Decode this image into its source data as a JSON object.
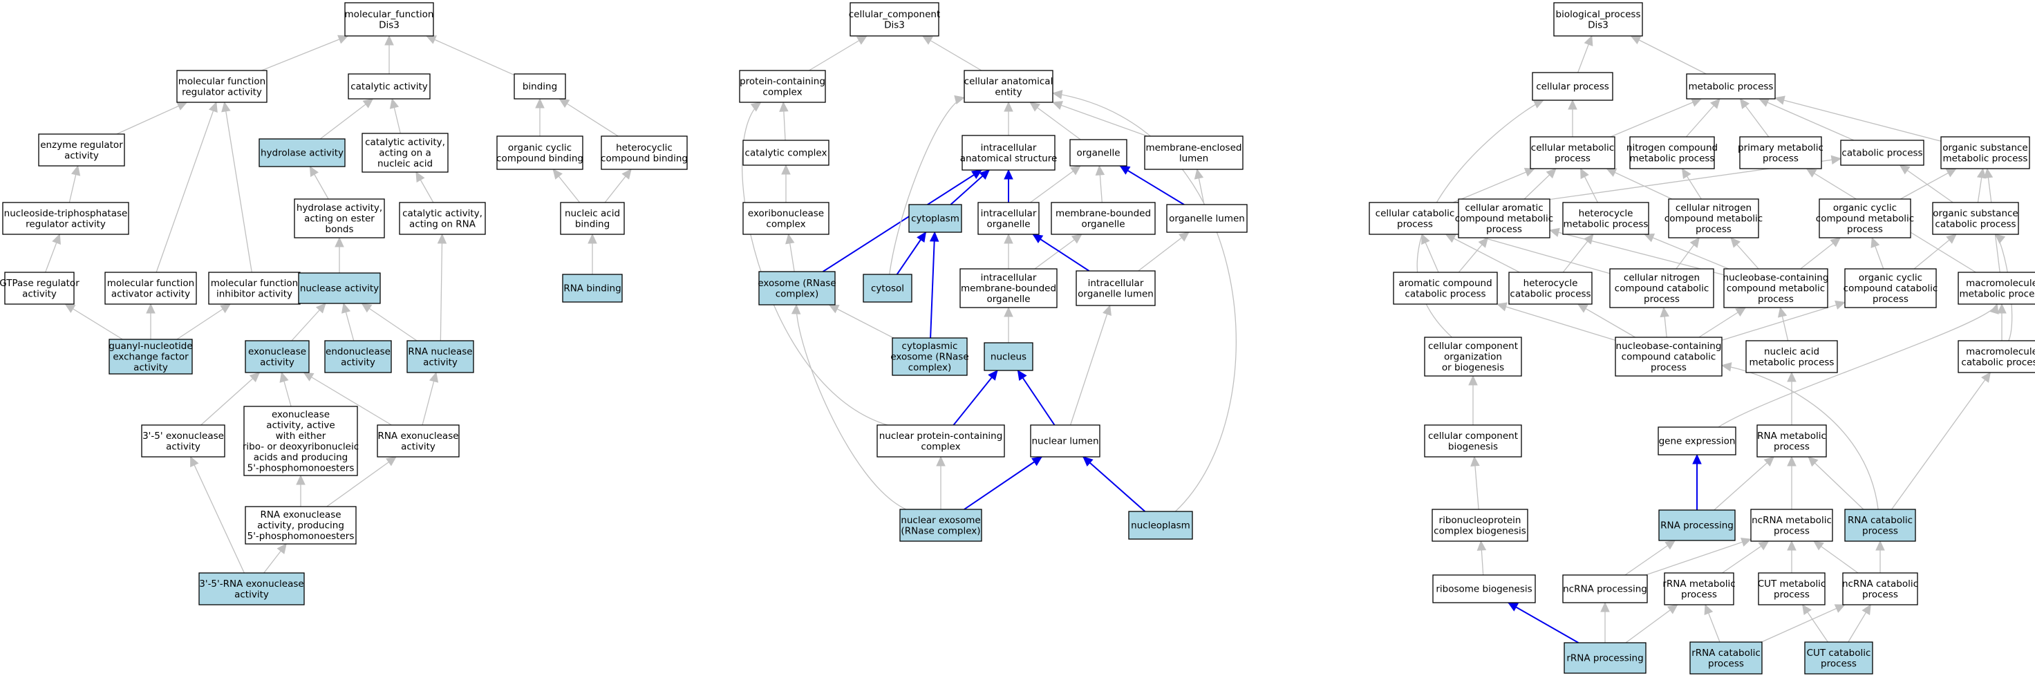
{
  "colors": {
    "highlight_fill": "#add8e6",
    "plain_fill": "#ffffff",
    "normal_edge": "#c0c0c0",
    "highlight_edge": "#0000ee"
  },
  "nodes": [
    {
      "id": "mf",
      "lines": [
        "molecular_function",
        "Dis3"
      ],
      "hl": false
    },
    {
      "id": "mfreg",
      "lines": [
        "molecular function",
        "regulator activity"
      ],
      "hl": false
    },
    {
      "id": "cat",
      "lines": [
        "catalytic activity"
      ],
      "hl": false
    },
    {
      "id": "bind",
      "lines": [
        "binding"
      ],
      "hl": false
    },
    {
      "id": "enzreg",
      "lines": [
        "enzyme regulator",
        "activity"
      ],
      "hl": false
    },
    {
      "id": "hydro",
      "lines": [
        "hydrolase activity"
      ],
      "hl": true
    },
    {
      "id": "catna",
      "lines": [
        "catalytic activity,",
        "acting on a",
        "nucleic acid"
      ],
      "hl": false
    },
    {
      "id": "orgcyc",
      "lines": [
        "organic cyclic",
        "compound binding"
      ],
      "hl": false
    },
    {
      "id": "hetcyc",
      "lines": [
        "heterocyclic",
        "compound binding"
      ],
      "hl": false
    },
    {
      "id": "ntpreg",
      "lines": [
        "nucleoside-triphosphatase",
        "regulator activity"
      ],
      "hl": false
    },
    {
      "id": "hydroest",
      "lines": [
        "hydrolase activity,",
        "acting on ester",
        "bonds"
      ],
      "hl": false
    },
    {
      "id": "catrna",
      "lines": [
        "catalytic activity,",
        "acting on RNA"
      ],
      "hl": false
    },
    {
      "id": "nabind",
      "lines": [
        "nucleic acid",
        "binding"
      ],
      "hl": false
    },
    {
      "id": "gtpreg",
      "lines": [
        "GTPase regulator",
        "activity"
      ],
      "hl": false
    },
    {
      "id": "mfact",
      "lines": [
        "molecular function",
        "activator activity"
      ],
      "hl": false
    },
    {
      "id": "mfinh",
      "lines": [
        "molecular function",
        "inhibitor activity"
      ],
      "hl": false
    },
    {
      "id": "nuclease",
      "lines": [
        "nuclease activity"
      ],
      "hl": true
    },
    {
      "id": "rnabind",
      "lines": [
        "RNA binding"
      ],
      "hl": true
    },
    {
      "id": "gnef",
      "lines": [
        "guanyl-nucleotide",
        "exchange factor",
        "activity"
      ],
      "hl": true
    },
    {
      "id": "exonuc",
      "lines": [
        "exonuclease",
        "activity"
      ],
      "hl": true
    },
    {
      "id": "endonuc",
      "lines": [
        "endonuclease",
        "activity"
      ],
      "hl": true
    },
    {
      "id": "rnanuc",
      "lines": [
        "RNA nuclease",
        "activity"
      ],
      "hl": true
    },
    {
      "id": "exo35",
      "lines": [
        "3'-5' exonuclease",
        "activity"
      ],
      "hl": false
    },
    {
      "id": "exonucact",
      "lines": [
        "exonuclease",
        "activity, active",
        "with either",
        "ribo- or deoxyribonucleic",
        "acids and producing",
        "5'-phosphomonoesters"
      ],
      "hl": false
    },
    {
      "id": "rnaexo",
      "lines": [
        "RNA exonuclease",
        "activity"
      ],
      "hl": false
    },
    {
      "id": "rnaexo5",
      "lines": [
        "RNA exonuclease",
        "activity, producing",
        "5'-phosphomonoesters"
      ],
      "hl": false
    },
    {
      "id": "rnaexo35",
      "lines": [
        "3'-5'-RNA exonuclease",
        "activity"
      ],
      "hl": true
    },
    {
      "id": "cc",
      "lines": [
        "cellular_component",
        "Dis3"
      ],
      "hl": false
    },
    {
      "id": "protcomp",
      "lines": [
        "protein-containing",
        "complex"
      ],
      "hl": false
    },
    {
      "id": "cae",
      "lines": [
        "cellular anatomical",
        "entity"
      ],
      "hl": false
    },
    {
      "id": "catcomp",
      "lines": [
        "catalytic complex"
      ],
      "hl": false
    },
    {
      "id": "ias",
      "lines": [
        "intracellular",
        "anatomical structure"
      ],
      "hl": false
    },
    {
      "id": "organelle",
      "lines": [
        "organelle"
      ],
      "hl": false
    },
    {
      "id": "mel",
      "lines": [
        "membrane-enclosed",
        "lumen"
      ],
      "hl": false
    },
    {
      "id": "exoribo",
      "lines": [
        "exoribonuclease",
        "complex"
      ],
      "hl": false
    },
    {
      "id": "cytoplasm",
      "lines": [
        "cytoplasm"
      ],
      "hl": true
    },
    {
      "id": "icorg",
      "lines": [
        "intracellular",
        "organelle"
      ],
      "hl": false
    },
    {
      "id": "mborg",
      "lines": [
        "membrane-bounded",
        "organelle"
      ],
      "hl": false
    },
    {
      "id": "orglumen",
      "lines": [
        "organelle lumen"
      ],
      "hl": false
    },
    {
      "id": "exosome",
      "lines": [
        "exosome (RNase",
        "complex)"
      ],
      "hl": true
    },
    {
      "id": "cytosol",
      "lines": [
        "cytosol"
      ],
      "hl": true
    },
    {
      "id": "icmborg",
      "lines": [
        "intracellular",
        "membrane-bounded",
        "organelle"
      ],
      "hl": false
    },
    {
      "id": "icorglumen",
      "lines": [
        "intracellular",
        "organelle lumen"
      ],
      "hl": false
    },
    {
      "id": "cytoexo",
      "lines": [
        "cytoplasmic",
        "exosome (RNase",
        "complex)"
      ],
      "hl": true
    },
    {
      "id": "nucleus",
      "lines": [
        "nucleus"
      ],
      "hl": true
    },
    {
      "id": "nucprot",
      "lines": [
        "nuclear protein-containing",
        "complex"
      ],
      "hl": false
    },
    {
      "id": "nuclumen",
      "lines": [
        "nuclear lumen"
      ],
      "hl": false
    },
    {
      "id": "nucexo",
      "lines": [
        "nuclear exosome",
        "(RNase complex)"
      ],
      "hl": true
    },
    {
      "id": "nucleoplasm",
      "lines": [
        "nucleoplasm"
      ],
      "hl": true
    },
    {
      "id": "bp",
      "lines": [
        "biological_process",
        "Dis3"
      ],
      "hl": false
    },
    {
      "id": "cellproc",
      "lines": [
        "cellular process"
      ],
      "hl": false
    },
    {
      "id": "metproc",
      "lines": [
        "metabolic process"
      ],
      "hl": false
    },
    {
      "id": "cellmet",
      "lines": [
        "cellular metabolic",
        "process"
      ],
      "hl": false
    },
    {
      "id": "nitmet",
      "lines": [
        "nitrogen compound",
        "metabolic process"
      ],
      "hl": false
    },
    {
      "id": "primmet",
      "lines": [
        "primary metabolic",
        "process"
      ],
      "hl": false
    },
    {
      "id": "catab",
      "lines": [
        "catabolic process"
      ],
      "hl": false
    },
    {
      "id": "orgsubmet",
      "lines": [
        "organic substance",
        "metabolic process"
      ],
      "hl": false
    },
    {
      "id": "cellcat",
      "lines": [
        "cellular catabolic",
        "process"
      ],
      "hl": false
    },
    {
      "id": "cellarom",
      "lines": [
        "cellular aromatic",
        "compound metabolic",
        "process"
      ],
      "hl": false
    },
    {
      "id": "hetmet",
      "lines": [
        "heterocycle",
        "metabolic process"
      ],
      "hl": false
    },
    {
      "id": "cellnitmet",
      "lines": [
        "cellular nitrogen",
        "compound metabolic",
        "process"
      ],
      "hl": false
    },
    {
      "id": "orgcycmet",
      "lines": [
        "organic cyclic",
        "compound metabolic",
        "process"
      ],
      "hl": false
    },
    {
      "id": "orgsubcat",
      "lines": [
        "organic substance",
        "catabolic process"
      ],
      "hl": false
    },
    {
      "id": "aromcat",
      "lines": [
        "aromatic compound",
        "catabolic process"
      ],
      "hl": false
    },
    {
      "id": "hetcat",
      "lines": [
        "heterocycle",
        "catabolic process"
      ],
      "hl": false
    },
    {
      "id": "cellnitcat",
      "lines": [
        "cellular nitrogen",
        "compound catabolic",
        "process"
      ],
      "hl": false
    },
    {
      "id": "nbcmet",
      "lines": [
        "nucleobase-containing",
        "compound metabolic",
        "process"
      ],
      "hl": false
    },
    {
      "id": "orgcyccat",
      "lines": [
        "organic cyclic",
        "compound catabolic",
        "process"
      ],
      "hl": false
    },
    {
      "id": "macromet",
      "lines": [
        "macromolecule",
        "metabolic process"
      ],
      "hl": false
    },
    {
      "id": "ccorg",
      "lines": [
        "cellular component",
        "organization",
        "or biogenesis"
      ],
      "hl": false
    },
    {
      "id": "nbccat",
      "lines": [
        "nucleobase-containing",
        "compound catabolic",
        "process"
      ],
      "hl": false
    },
    {
      "id": "namet",
      "lines": [
        "nucleic acid",
        "metabolic process"
      ],
      "hl": false
    },
    {
      "id": "macrocat",
      "lines": [
        "macromolecule",
        "catabolic process"
      ],
      "hl": false
    },
    {
      "id": "ccbio",
      "lines": [
        "cellular component",
        "biogenesis"
      ],
      "hl": false
    },
    {
      "id": "geneexp",
      "lines": [
        "gene expression"
      ],
      "hl": false
    },
    {
      "id": "rnamet",
      "lines": [
        "RNA metabolic",
        "process"
      ],
      "hl": false
    },
    {
      "id": "rnpbio",
      "lines": [
        "ribonucleoprotein",
        "complex biogenesis"
      ],
      "hl": false
    },
    {
      "id": "rnaproc",
      "lines": [
        "RNA processing"
      ],
      "hl": true
    },
    {
      "id": "ncrnamet",
      "lines": [
        "ncRNA metabolic",
        "process"
      ],
      "hl": false
    },
    {
      "id": "rnacat",
      "lines": [
        "RNA catabolic",
        "process"
      ],
      "hl": true
    },
    {
      "id": "ribobio",
      "lines": [
        "ribosome biogenesis"
      ],
      "hl": false
    },
    {
      "id": "ncrnaproc",
      "lines": [
        "ncRNA processing"
      ],
      "hl": false
    },
    {
      "id": "rrnamet",
      "lines": [
        "rRNA metabolic",
        "process"
      ],
      "hl": false
    },
    {
      "id": "cutmet",
      "lines": [
        "CUT metabolic",
        "process"
      ],
      "hl": false
    },
    {
      "id": "ncrnacat",
      "lines": [
        "ncRNA catabolic",
        "process"
      ],
      "hl": false
    },
    {
      "id": "rrnaproc",
      "lines": [
        "rRNA processing"
      ],
      "hl": true
    },
    {
      "id": "rrnacat",
      "lines": [
        "rRNA catabolic",
        "process"
      ],
      "hl": true
    },
    {
      "id": "cutcat",
      "lines": [
        "CUT catabolic",
        "process"
      ],
      "hl": true
    }
  ],
  "edges": [
    [
      "mfreg",
      "mf",
      false
    ],
    [
      "cat",
      "mf",
      false
    ],
    [
      "bind",
      "mf",
      false
    ],
    [
      "enzreg",
      "mfreg",
      false
    ],
    [
      "mfact",
      "mfreg",
      false
    ],
    [
      "mfinh",
      "mfreg",
      false
    ],
    [
      "hydro",
      "cat",
      false
    ],
    [
      "catna",
      "cat",
      false
    ],
    [
      "orgcyc",
      "bind",
      false
    ],
    [
      "hetcyc",
      "bind",
      false
    ],
    [
      "ntpreg",
      "enzreg",
      false
    ],
    [
      "hydroest",
      "hydro",
      false
    ],
    [
      "catrna",
      "catna",
      false
    ],
    [
      "nabind",
      "orgcyc",
      false
    ],
    [
      "nabind",
      "hetcyc",
      false
    ],
    [
      "gtpreg",
      "ntpreg",
      false
    ],
    [
      "nuclease",
      "hydroest",
      false
    ],
    [
      "rnanuc",
      "catrna",
      false
    ],
    [
      "rnabind",
      "nabind",
      false
    ],
    [
      "gnef",
      "gtpreg",
      false
    ],
    [
      "gnef",
      "mfact",
      false
    ],
    [
      "gnef",
      "mfinh",
      false
    ],
    [
      "exonuc",
      "nuclease",
      false
    ],
    [
      "endonuc",
      "nuclease",
      false
    ],
    [
      "rnanuc",
      "nuclease",
      false
    ],
    [
      "exo35",
      "exonuc",
      false
    ],
    [
      "exonucact",
      "exonuc",
      false
    ],
    [
      "rnaexo",
      "exonuc",
      false
    ],
    [
      "rnaexo",
      "rnanuc",
      false
    ],
    [
      "rnaexo5",
      "exonucact",
      false
    ],
    [
      "rnaexo5",
      "rnaexo",
      false
    ],
    [
      "rnaexo35",
      "rnaexo5",
      false
    ],
    [
      "rnaexo35",
      "exo35",
      false
    ],
    [
      "protcomp",
      "cc",
      false
    ],
    [
      "cae",
      "cc",
      false
    ],
    [
      "catcomp",
      "protcomp",
      false
    ],
    [
      "ias",
      "cae",
      false
    ],
    [
      "organelle",
      "cae",
      false
    ],
    [
      "mel",
      "cae",
      false
    ],
    [
      "exoribo",
      "catcomp",
      false
    ],
    [
      "cytoplasm",
      "ias",
      true
    ],
    [
      "icorg",
      "ias",
      true
    ],
    [
      "icorg",
      "organelle",
      false
    ],
    [
      "mborg",
      "organelle",
      false
    ],
    [
      "orglumen",
      "organelle",
      true
    ],
    [
      "orglumen",
      "mel",
      false
    ],
    [
      "exosome",
      "exoribo",
      false
    ],
    [
      "exosome",
      "ias",
      true
    ],
    [
      "cytosol",
      "cytoplasm",
      true
    ],
    [
      "cytosol",
      "cae",
      false
    ],
    [
      "icmborg",
      "icorg",
      false
    ],
    [
      "icmborg",
      "mborg",
      false
    ],
    [
      "icorglumen",
      "icorg",
      true
    ],
    [
      "icorglumen",
      "orglumen",
      false
    ],
    [
      "cytoexo",
      "exosome",
      false
    ],
    [
      "cytoexo",
      "cytoplasm",
      true
    ],
    [
      "nucleus",
      "icmborg",
      false
    ],
    [
      "nucprot",
      "nucleus",
      true
    ],
    [
      "nucprot",
      "protcomp",
      false
    ],
    [
      "nuclumen",
      "nucleus",
      true
    ],
    [
      "nuclumen",
      "icorglumen",
      false
    ],
    [
      "nucexo",
      "nucprot",
      false
    ],
    [
      "nucexo",
      "nuclumen",
      true
    ],
    [
      "nucexo",
      "exosome",
      false
    ],
    [
      "nucleoplasm",
      "nuclumen",
      true
    ],
    [
      "nucleoplasm",
      "cae",
      false
    ],
    [
      "cellproc",
      "bp",
      false
    ],
    [
      "metproc",
      "bp",
      false
    ],
    [
      "cellmet",
      "cellproc",
      false
    ],
    [
      "cellmet",
      "metproc",
      false
    ],
    [
      "nitmet",
      "metproc",
      false
    ],
    [
      "primmet",
      "metproc",
      false
    ],
    [
      "catab",
      "metproc",
      false
    ],
    [
      "orgsubmet",
      "metproc",
      false
    ],
    [
      "cellcat",
      "cellmet",
      false
    ],
    [
      "cellcat",
      "catab",
      false
    ],
    [
      "cellarom",
      "cellmet",
      false
    ],
    [
      "hetmet",
      "cellmet",
      false
    ],
    [
      "cellnitmet",
      "cellmet",
      false
    ],
    [
      "cellnitmet",
      "nitmet",
      false
    ],
    [
      "orgcycmet",
      "orgsubmet",
      false
    ],
    [
      "orgsubcat",
      "orgsubmet",
      false
    ],
    [
      "orgsubcat",
      "catab",
      false
    ],
    [
      "aromcat",
      "cellarom",
      false
    ],
    [
      "aromcat",
      "cellcat",
      false
    ],
    [
      "hetcat",
      "hetmet",
      false
    ],
    [
      "hetcat",
      "cellcat",
      false
    ],
    [
      "cellnitcat",
      "cellnitmet",
      false
    ],
    [
      "cellnitcat",
      "cellcat",
      false
    ],
    [
      "nbcmet",
      "cellarom",
      false
    ],
    [
      "nbcmet",
      "hetmet",
      false
    ],
    [
      "nbcmet",
      "cellnitmet",
      false
    ],
    [
      "nbcmet",
      "orgcycmet",
      false
    ],
    [
      "orgcyccat",
      "orgcycmet",
      false
    ],
    [
      "orgcyccat",
      "orgsubcat",
      false
    ],
    [
      "macromet",
      "primmet",
      false
    ],
    [
      "macromet",
      "orgsubmet",
      false
    ],
    [
      "ccorg",
      "cellproc",
      false
    ],
    [
      "nbccat",
      "nbcmet",
      false
    ],
    [
      "nbccat",
      "aromcat",
      false
    ],
    [
      "nbccat",
      "hetcat",
      false
    ],
    [
      "nbccat",
      "cellnitcat",
      false
    ],
    [
      "nbccat",
      "orgcyccat",
      false
    ],
    [
      "namet",
      "nbcmet",
      false
    ],
    [
      "macrocat",
      "macromet",
      false
    ],
    [
      "macrocat",
      "orgsubcat",
      false
    ],
    [
      "ccbio",
      "ccorg",
      false
    ],
    [
      "geneexp",
      "macromet",
      false
    ],
    [
      "rnamet",
      "namet",
      false
    ],
    [
      "rnpbio",
      "ccbio",
      false
    ],
    [
      "rnaproc",
      "rnamet",
      false
    ],
    [
      "rnaproc",
      "geneexp",
      true
    ],
    [
      "ncrnamet",
      "rnamet",
      false
    ],
    [
      "rnacat",
      "rnamet",
      false
    ],
    [
      "rnacat",
      "nbccat",
      false
    ],
    [
      "rnacat",
      "macrocat",
      false
    ],
    [
      "ribobio",
      "rnpbio",
      false
    ],
    [
      "ncrnaproc",
      "rnaproc",
      false
    ],
    [
      "ncrnaproc",
      "ncrnamet",
      false
    ],
    [
      "rrnamet",
      "ncrnamet",
      false
    ],
    [
      "cutmet",
      "ncrnamet",
      false
    ],
    [
      "ncrnacat",
      "ncrnamet",
      false
    ],
    [
      "ncrnacat",
      "rnacat",
      false
    ],
    [
      "rrnaproc",
      "ribobio",
      true
    ],
    [
      "rrnaproc",
      "rrnamet",
      false
    ],
    [
      "rrnaproc",
      "ncrnaproc",
      false
    ],
    [
      "rrnacat",
      "rrnamet",
      false
    ],
    [
      "rrnacat",
      "ncrnacat",
      false
    ],
    [
      "cutcat",
      "cutmet",
      false
    ],
    [
      "cutcat",
      "ncrnacat",
      false
    ]
  ]
}
